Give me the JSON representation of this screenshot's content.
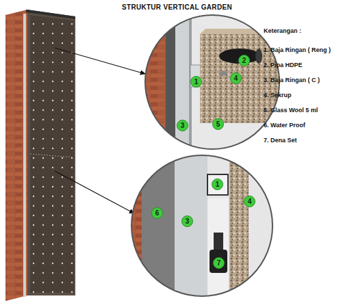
{
  "diagram": {
    "title": "STRUKTUR VERTICAL GARDEN",
    "labels": [
      "Keterangan :",
      "1. Baja Ringan ( Reng )",
      "2. Pipa HDPE",
      "3. Baja Ringan ( C )",
      "4. Sekrup",
      "5. Glass Wool 5 ml",
      "6. Water Proof",
      "7. Dena Set",
      "1",
      "2",
      "4",
      "3",
      "5",
      "1",
      "4",
      "6",
      "3",
      "7"
    ]
  }
}
